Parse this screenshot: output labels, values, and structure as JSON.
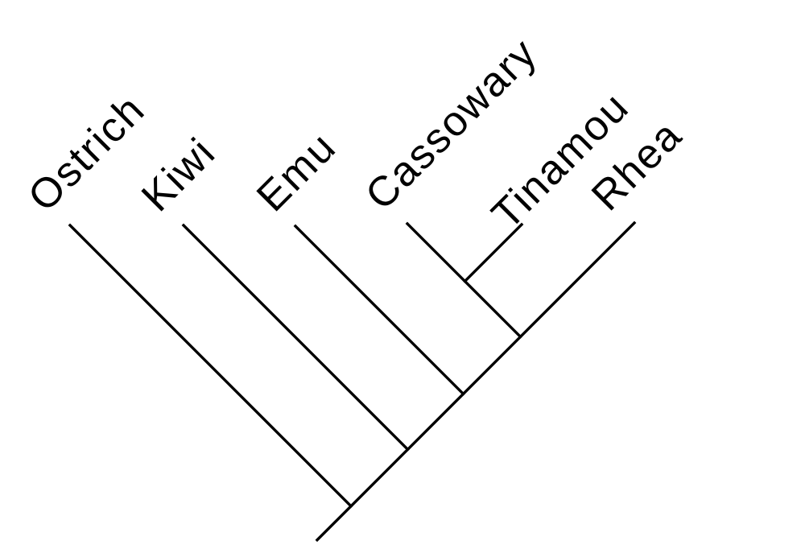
{
  "diagram": {
    "type": "cladogram",
    "style": "diagonal-slanted-45deg",
    "topology_newick": "(Ostrich,(Kiwi,(Emu,((Cassowary,Tinamou),Rhea))));",
    "taxa": [
      {
        "name": "Ostrich"
      },
      {
        "name": "Kiwi"
      },
      {
        "name": "Emu"
      },
      {
        "name": "Cassowary"
      },
      {
        "name": "Tinamou"
      },
      {
        "name": "Rhea"
      }
    ],
    "colors": {
      "background": "#ffffff",
      "line": "#000000",
      "text": "#000000"
    }
  }
}
